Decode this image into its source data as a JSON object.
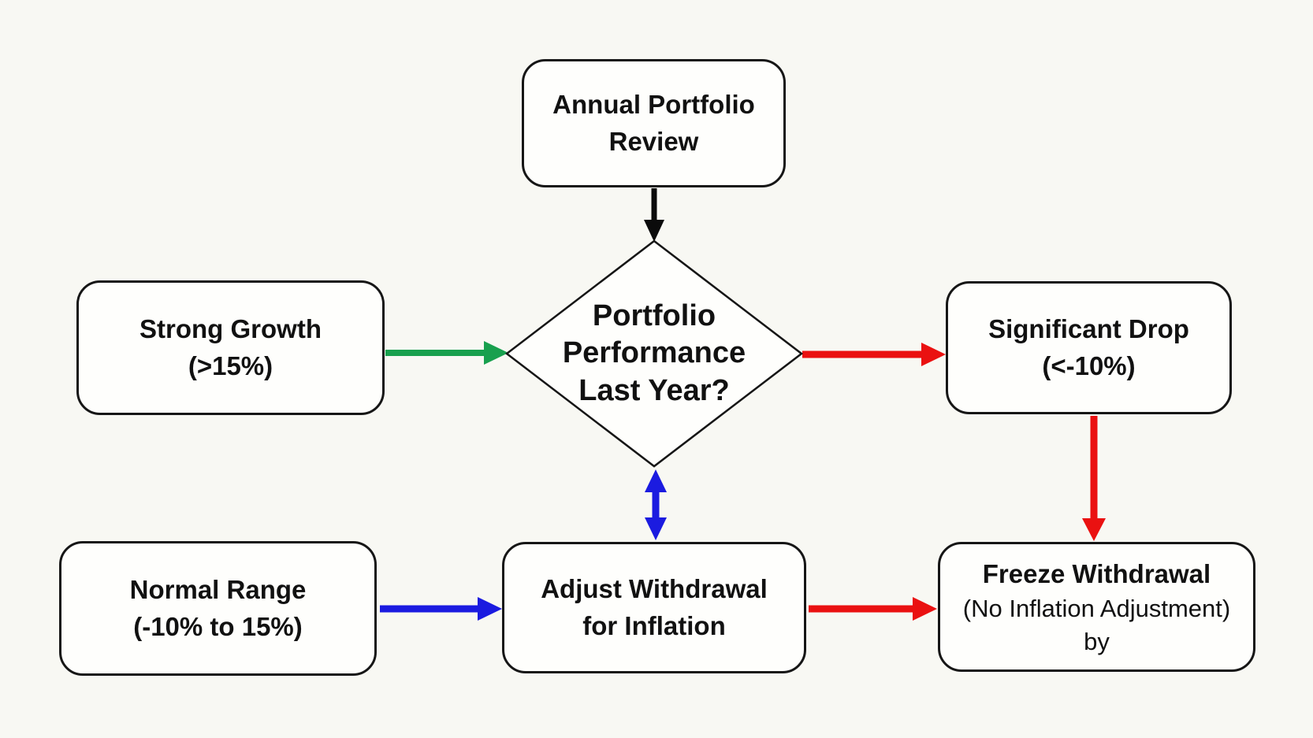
{
  "diagram": {
    "title": "Annual Portfolio Review flowchart",
    "nodes": {
      "annual_review": {
        "line1": "Annual Portfolio",
        "line2": "Review"
      },
      "performance": {
        "line1": "Portfolio",
        "line2": "Performance",
        "line3": "Last Year?"
      },
      "strong_growth": {
        "line1": "Strong Growth",
        "line2": "(>15%)"
      },
      "significant_drop": {
        "line1": "Significant Drop",
        "line2": "(<-10%)"
      },
      "normal_range": {
        "line1": "Normal Range",
        "line2": "(-10% to 15%)"
      },
      "adjust_withdrawal": {
        "line1": "Adjust Withdrawal",
        "line2": "for Inflation"
      },
      "freeze_withdrawal": {
        "line1": "Freeze Withdrawal",
        "line2": "(No Inflation Adjustment)",
        "line3": "by"
      }
    },
    "edges": [
      {
        "from": "annual_review",
        "to": "performance",
        "color": "black",
        "direction": "down"
      },
      {
        "from": "strong_growth",
        "to": "performance",
        "color": "green",
        "direction": "right"
      },
      {
        "from": "performance",
        "to": "significant_drop",
        "color": "red",
        "direction": "right"
      },
      {
        "from": "performance",
        "to": "adjust_withdrawal",
        "color": "blue",
        "direction": "both"
      },
      {
        "from": "normal_range",
        "to": "adjust_withdrawal",
        "color": "blue",
        "direction": "right"
      },
      {
        "from": "adjust_withdrawal",
        "to": "freeze_withdrawal",
        "color": "red",
        "direction": "right"
      },
      {
        "from": "significant_drop",
        "to": "freeze_withdrawal",
        "color": "red",
        "direction": "down"
      }
    ],
    "colors": {
      "black": "#0b0b0b",
      "green": "#18a04e",
      "red": "#ea1111",
      "blue": "#1b1be0",
      "node_fill": "#fefefc",
      "node_border": "#161616",
      "background": "#f8f8f3"
    }
  }
}
